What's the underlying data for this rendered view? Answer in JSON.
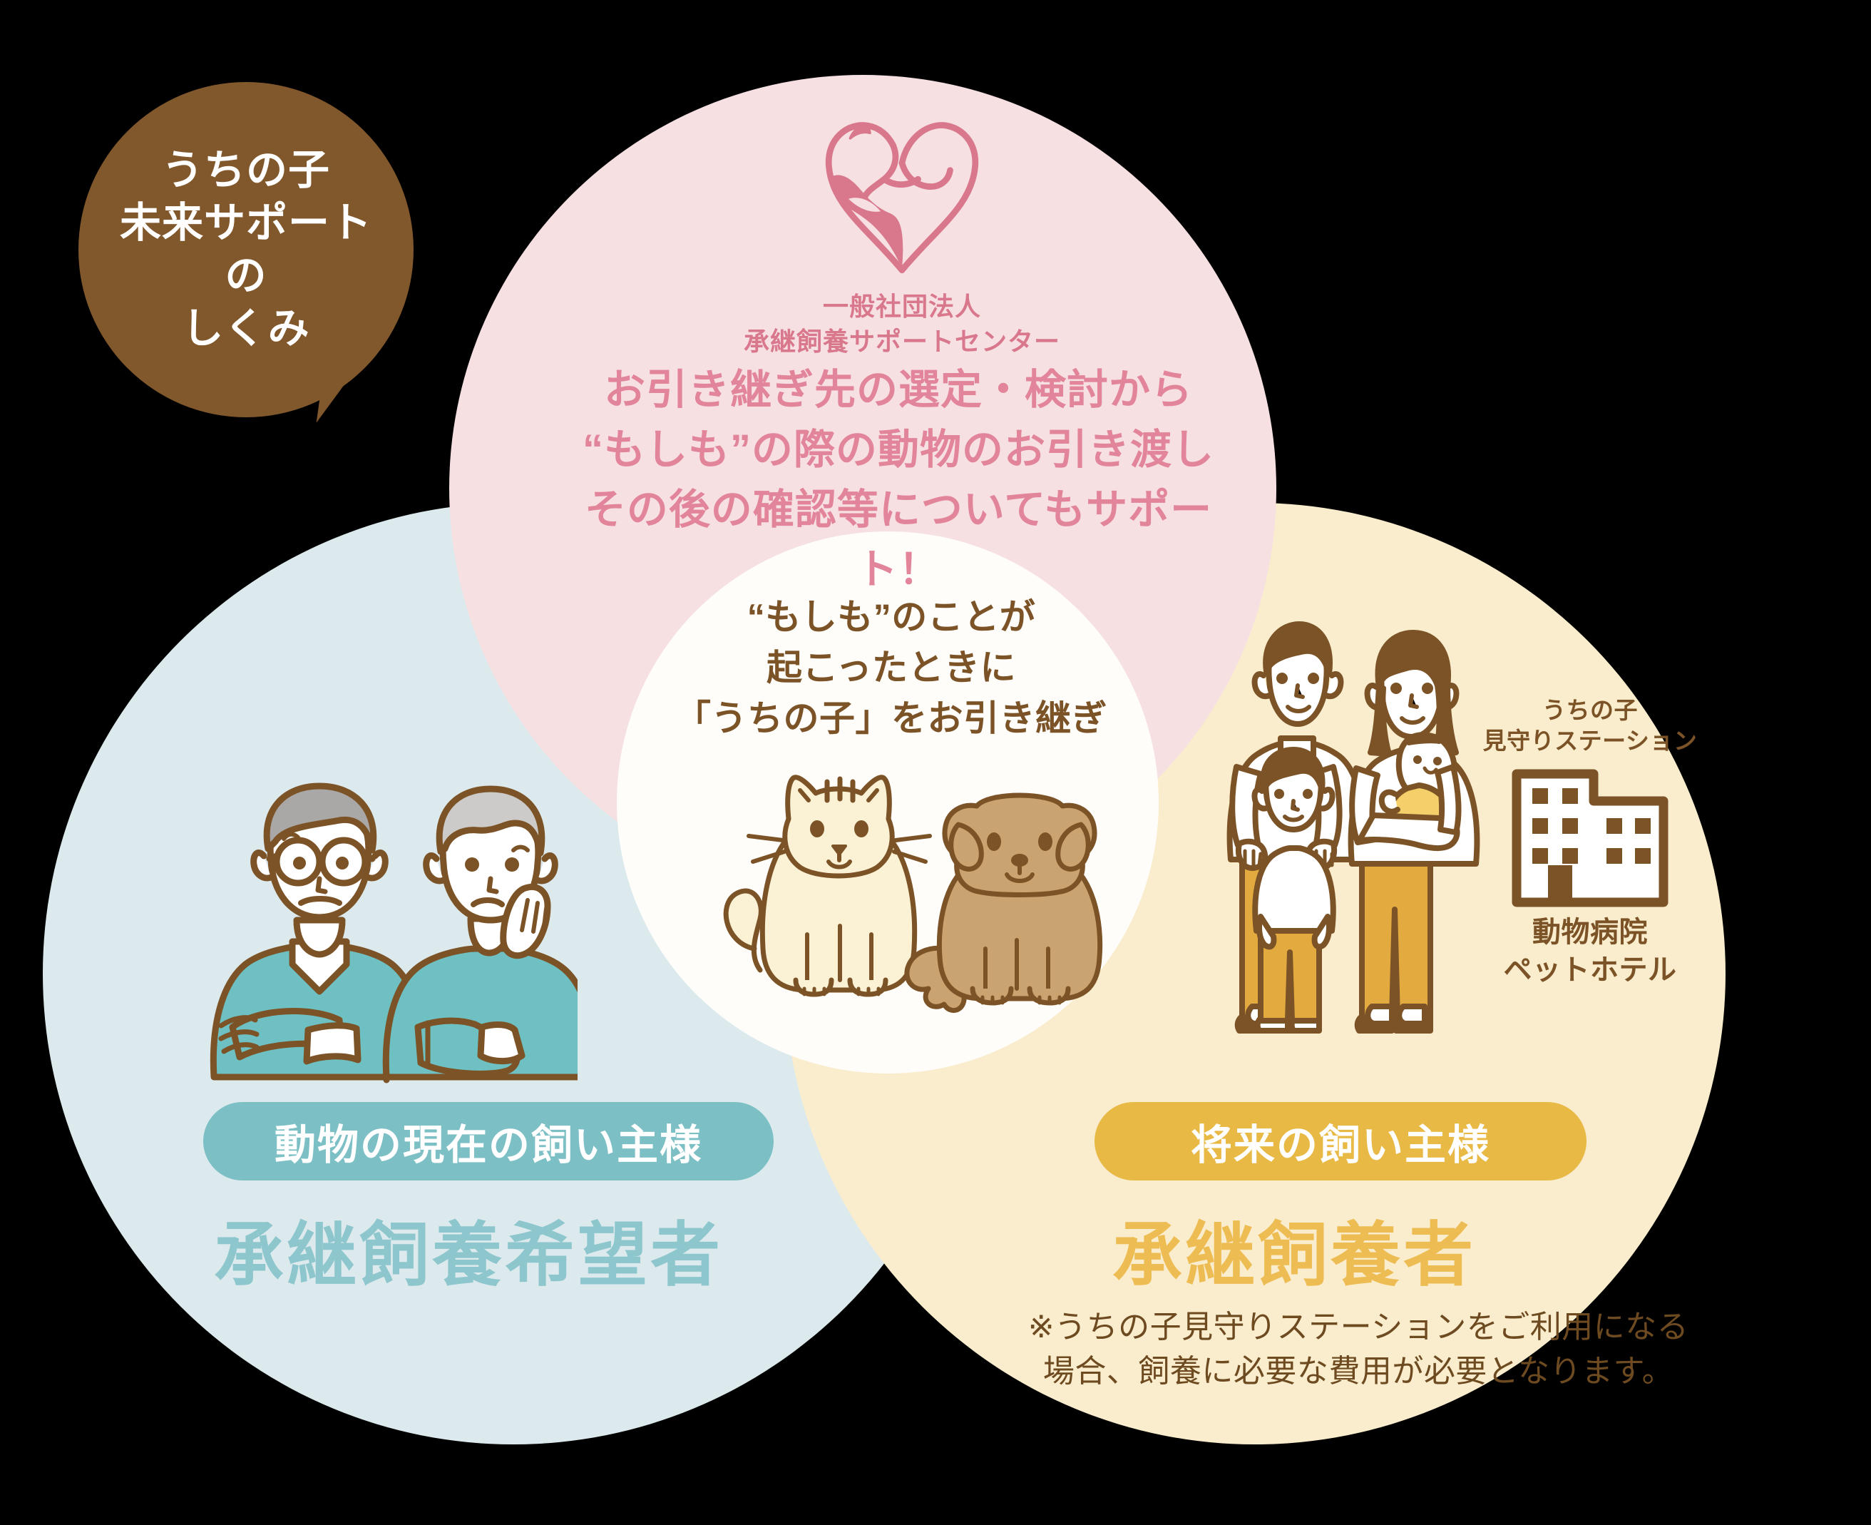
{
  "bubble": {
    "line1": "うちの子",
    "line2": "未来サポート",
    "line3": "の",
    "line4": "しくみ",
    "color": "#81572c"
  },
  "logo": {
    "icon": "heart-with-cat-dog-and-hand-logo",
    "org_line1": "一般社団法人",
    "org_line2": "承継飼養サポートセンター",
    "color": "#d9788d"
  },
  "pink_section": {
    "color": "#f6e0e2",
    "text_color": "#e2849a",
    "line1": "お引き継ぎ先の選定・検討から",
    "line2": "“もしも”の際の動物のお引き渡し",
    "line3": "その後の確認等についてもサポート！"
  },
  "center": {
    "color": "#fffdfa",
    "text_color": "#7b5326",
    "line1": "“もしも”のことが",
    "line2": "起こったときに",
    "line3": "「うちの子」をお引き継ぎ",
    "pets_icon": "cat-and-dog-illustration"
  },
  "left_section": {
    "color": "#dceaee",
    "people_icon": "elderly-couple-illustration",
    "pill_label": "動物の現在の飼い主様",
    "pill_color": "#7cc0c6",
    "heading": "承継飼養希望者",
    "heading_color": "#8dc7cd"
  },
  "right_section": {
    "color": "#faedcd",
    "people_icon": "family-of-four-illustration",
    "pill_label": "将来の飼い主様",
    "pill_color": "#e9b945",
    "heading": "承継飼養者",
    "heading_color": "#edbc52",
    "station": {
      "title_line1": "うちの子",
      "title_line2": "見守りステーション",
      "icon": "hospital-building-icon",
      "caption_line1": "動物病院",
      "caption_line2": "ペットホテル"
    },
    "footnote_line1": "※うちの子見守りステーションをご利用になる",
    "footnote_line2": "場合、飼養に必要な費用が必要となります。"
  }
}
